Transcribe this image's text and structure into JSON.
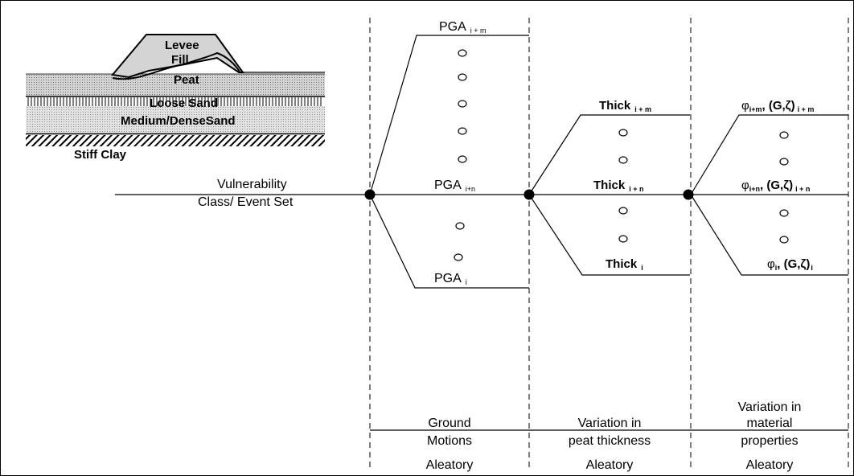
{
  "inset": {
    "levee": "Levee",
    "fill": "Fill",
    "peat": "Peat",
    "loose_sand": "Loose Sand",
    "medium_dense_sand": "Medium/DenseSand",
    "stiff_clay": "Stiff Clay"
  },
  "root": {
    "line1": "Vulnerability",
    "line2": "Class/ Event Set"
  },
  "stage1": {
    "top": {
      "base": "PGA",
      "sub": "i + m"
    },
    "mid": {
      "base": "PGA",
      "sub": "i+n"
    },
    "bot": {
      "base": "PGA",
      "sub": "i"
    }
  },
  "stage2": {
    "top": {
      "base": "Thick",
      "sub": "i + m"
    },
    "mid": {
      "base": "Thick",
      "sub": "i + n"
    },
    "bot": {
      "base": "Thick",
      "sub": "i"
    }
  },
  "stage3": {
    "top": {
      "phi": "φ",
      "phi_sub": "i+m",
      "mid": ", (G,ζ)",
      "sub": "i + m"
    },
    "mid": {
      "phi": "φ",
      "phi_sub": "i+n",
      "mid": ", (G,ζ)",
      "sub": "i + n"
    },
    "bot": {
      "phi": "φ",
      "phi_sub": "i",
      "mid": ", (G,ζ)",
      "sub": "i"
    }
  },
  "columns": [
    {
      "line1": "Ground",
      "line2": "Motions",
      "type": "Aleatory"
    },
    {
      "line1": "Variation in",
      "line2": "peat thickness",
      "type": "Aleatory"
    },
    {
      "line1": "Variation in",
      "line2": "material",
      "line3": "properties",
      "type": "Aleatory"
    }
  ]
}
